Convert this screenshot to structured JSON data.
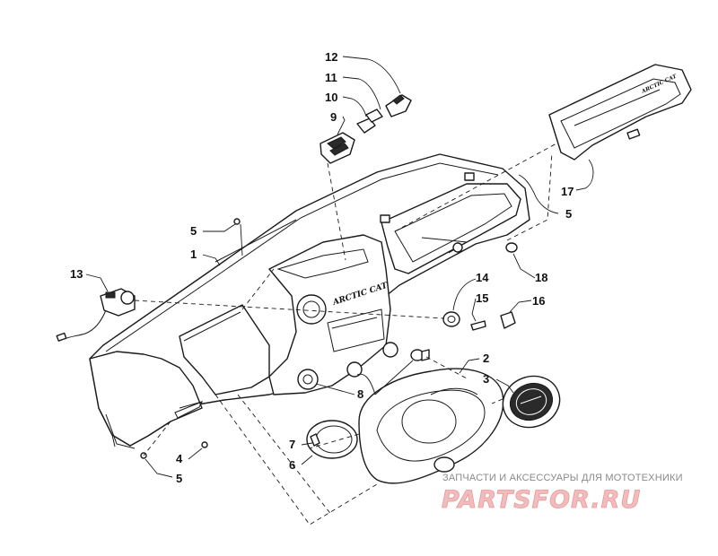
{
  "callouts": {
    "c1": "1",
    "c2": "2",
    "c3": "3",
    "c4": "4",
    "c5a": "5",
    "c5b": "5",
    "c5c": "5",
    "c6": "6",
    "c7": "7",
    "c8": "8",
    "c9": "9",
    "c10": "10",
    "c11": "11",
    "c12": "12",
    "c13": "13",
    "c14": "14",
    "c15": "15",
    "c16": "16",
    "c17": "17",
    "c18": "18"
  },
  "watermark": {
    "subtitle": "ЗАПЧАСТИ И АКСЕССУАРЫ ДЛЯ МОТОТЕХНИКИ",
    "logo": "PARTSFOR.RU"
  },
  "brand_text": "ARCTIC CAT",
  "colors": {
    "line": "#1a1a1a",
    "watermark_logo": "#f3bcbc",
    "watermark_text": "#8a8a8a"
  }
}
